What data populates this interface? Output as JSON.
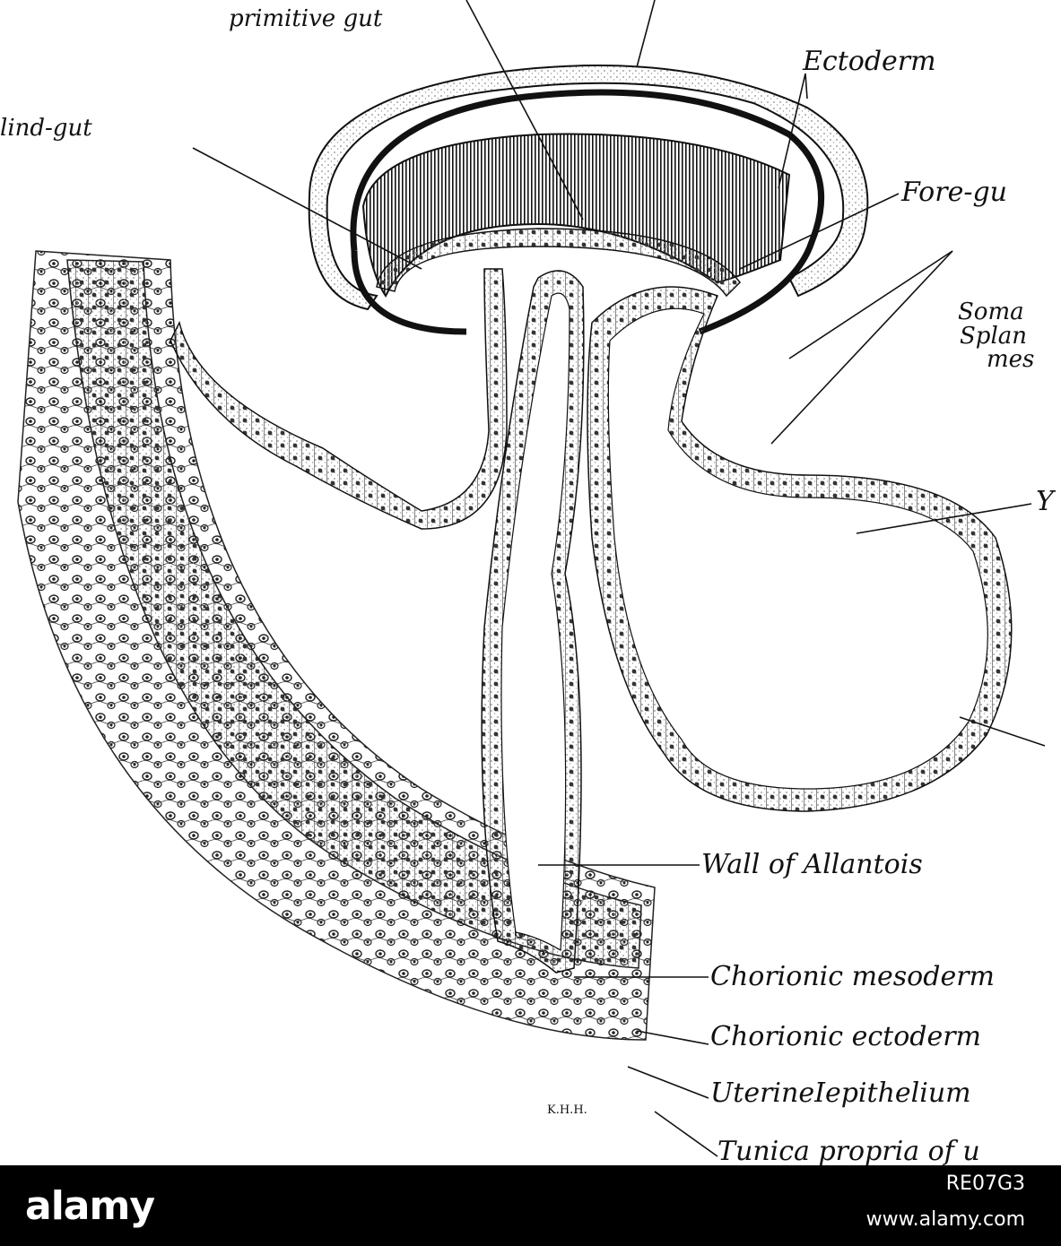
{
  "labels": {
    "primitive_gut": "primitive gut",
    "ectoderm": "Ectoderm",
    "hind_gut": "lind-gut",
    "fore_gut": "Fore-gu",
    "soma": "Soma",
    "splan": "Splan",
    "mes": "mes",
    "yolk": "Y",
    "wall_allantois": "Wall of Allantois",
    "chorionic_mesoderm": "Chorionic mesoderm",
    "chorionic_ectoderm": "Chorionic ectoderm",
    "uterine_epithelium": "UterineⅠepithelium",
    "tunica_propria": "Tunica propria of u",
    "signature": "K.H.H."
  },
  "footer": {
    "brand": "alamy",
    "stock_id": "RE07G3",
    "site": "www.alamy.com"
  },
  "colors": {
    "ink": "#111111",
    "stipple": "#9a9a9a",
    "footer_bg": "#000000"
  }
}
